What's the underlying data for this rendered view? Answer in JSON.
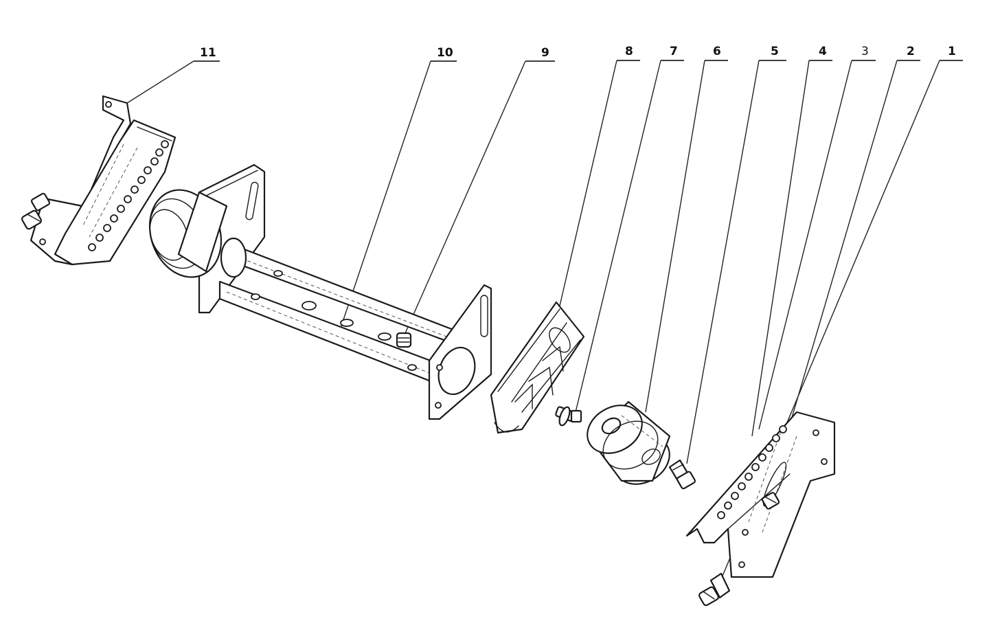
{
  "callouts": [
    {
      "number": "11",
      "weight": "bold"
    },
    {
      "number": "10",
      "weight": "bold"
    },
    {
      "number": "9",
      "weight": "bold"
    },
    {
      "number": "8",
      "weight": "bold"
    },
    {
      "number": "7",
      "weight": "bold"
    },
    {
      "number": "6",
      "weight": "bold"
    },
    {
      "number": "5",
      "weight": "bold"
    },
    {
      "number": "4",
      "weight": "bold"
    },
    {
      "number": "3",
      "weight": "normal"
    },
    {
      "number": "2",
      "weight": "bold"
    },
    {
      "number": "1",
      "weight": "bold"
    }
  ],
  "colors": {
    "line": "#1a1a1a",
    "background": "#ffffff"
  }
}
